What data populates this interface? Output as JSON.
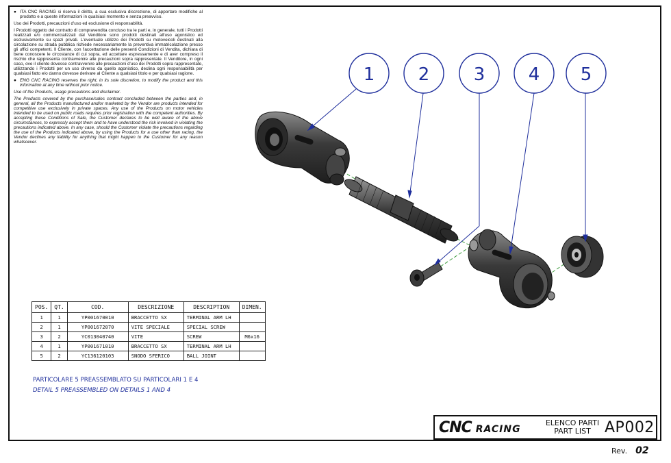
{
  "disclaimer": {
    "ita_title": "ITA  CNC RACING si riserva il diritto, a sua esclusiva discrezione, di apportare modifiche al prodotto e a queste informazioni in qualsiasi momento e senza preavviso.",
    "ita_heading": "Uso dei Prodotti, precauzioni d'uso ed esclusione di responsabilità.",
    "ita_body": "I Prodotti oggetto del contratto di compravendita concluso tra le parti e, in generale, tutti i Prodotti realizzati e/o commercializzati dal Venditore sono prodotti destinati all'uso agonistico ed esclusivamente su spazi privati. L'eventuale utilizzo dei Prodotti su motoveicoli destinati alla circolazione su strada pubblica richiede necessariamente la preventiva immatricolazione presso gli uffici competenti. Il Cliente, con l'accettazione delle presenti Condizioni di Vendita, dichiara di bene conoscere le circostanze di cui sopra, ed accettare espressamente e di aver compreso il rischio che rappresenta contravvenire alle precauzioni sopra rappresentate. Il Venditore, in ogni caso, ove il cliente dovesse contravvenire alle precauzioni d'uso dei Prodotti sopra rappresentate, utilizzando i Prodotti per un uso diverso da quello agonistico, declina ogni responsabilità per qualsiasi fatto e/o danno dovesse derivare al Cliente a qualsiasi titolo e per qualsiasi ragione.",
    "eng_title": "ENG  CNC RACING reserves the right, in its sole discretion, to modify the product and this information at any time without prior notice.",
    "eng_heading": "Use of the Products, usage precautions and disclaimer.",
    "eng_body": "The Products covered by the purchase/sales contract concluded between the parties and, in general, all the Products manufactured and/or marketed by the Vendor are products intended for competitive use exclusively in private spaces. Any use of the Products on motor vehicles intended to be used on public roads requires prior registration with the competent authorities. By accepting these Conditions of Sale, the Customer declares to be well aware of the above circumstances, to expressly accept them and to have understood the risk involved in violating the precautions indicated above. In any case, should the Customer violate the precautions regarding the use of the Products indicated above, by using the Products for a use other than racing, the Vendor declines any liability for anything that might happen to the Customer for any reason whatsoever."
  },
  "balloons": [
    "1",
    "2",
    "3",
    "4",
    "5"
  ],
  "parts_table": {
    "headers": [
      "POS.",
      "QT.",
      "COD.",
      "DESCRIZIONE",
      "DESCRIPTION",
      "DIMEN."
    ],
    "rows": [
      [
        "1",
        "1",
        "YP001670010",
        "BRACCETTO SX",
        "TERMINAL ARM LH",
        ""
      ],
      [
        "2",
        "1",
        "YP001672070",
        "VITE SPECIALE",
        "SPECIAL SCREW",
        ""
      ],
      [
        "3",
        "2",
        "YC013040740",
        "VITE",
        "SCREW",
        "M6x16"
      ],
      [
        "4",
        "1",
        "YP001671010",
        "BRACCETTO SX",
        "TERMINAL ARM LH",
        ""
      ],
      [
        "5",
        "2",
        "YC136120103",
        "SNODO SFERICO",
        "BALL JOINT",
        ""
      ]
    ]
  },
  "notes": {
    "ita": "PARTICOLARE 5 PREASSEMBLATO SU PARTICOLARI 1 E 4",
    "eng": "DETAIL 5 PREASSEMBLED ON DETAILS 1 AND 4"
  },
  "title_block": {
    "logo_main": "CNC",
    "logo_sub": "RACING",
    "label_ita": "ELENCO PARTI",
    "label_eng": "PART LIST",
    "code": "AP002"
  },
  "revision": {
    "label": "Rev.",
    "value": "02"
  },
  "colors": {
    "callout": "#1f2f9c",
    "line": "#111111",
    "part_dark": "#2b2b2b",
    "part_mid": "#6a6a6a",
    "centerline": "#3a9a3a"
  }
}
